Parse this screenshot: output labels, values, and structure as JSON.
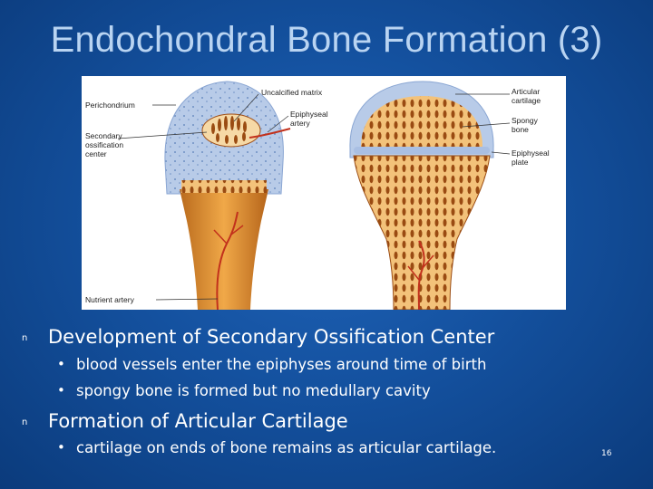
{
  "slide": {
    "title": "Endochondral Bone Formation (3)",
    "page_number": "16"
  },
  "figure": {
    "labels": {
      "perichondrium": "Perichondrium",
      "uncalcified_matrix": "Uncalcified matrix",
      "articular_cartilage_1": "Articular",
      "articular_cartilage_2": "cartilage",
      "secondary_1": "Secondary",
      "secondary_2": "ossification",
      "secondary_3": "center",
      "epiphyseal_artery_1": "Epiphyseal",
      "epiphyseal_artery_2": "artery",
      "spongy_1": "Spongy",
      "spongy_2": "bone",
      "epiphyseal_plate_1": "Epiphyseal",
      "epiphyseal_plate_2": "plate",
      "nutrient_artery": "Nutrient artery"
    }
  },
  "content": {
    "bullet_marker": "n",
    "sub_marker": "•",
    "item1": "Development of Secondary Ossification Center",
    "item1_sub1": "blood vessels enter the epiphyses around time of birth",
    "item1_sub2": "spongy bone is formed but no medullary cavity",
    "item2": "Formation of Articular Cartilage",
    "item2_sub1": "cartilage on ends of bone remains as articular cartilage."
  }
}
